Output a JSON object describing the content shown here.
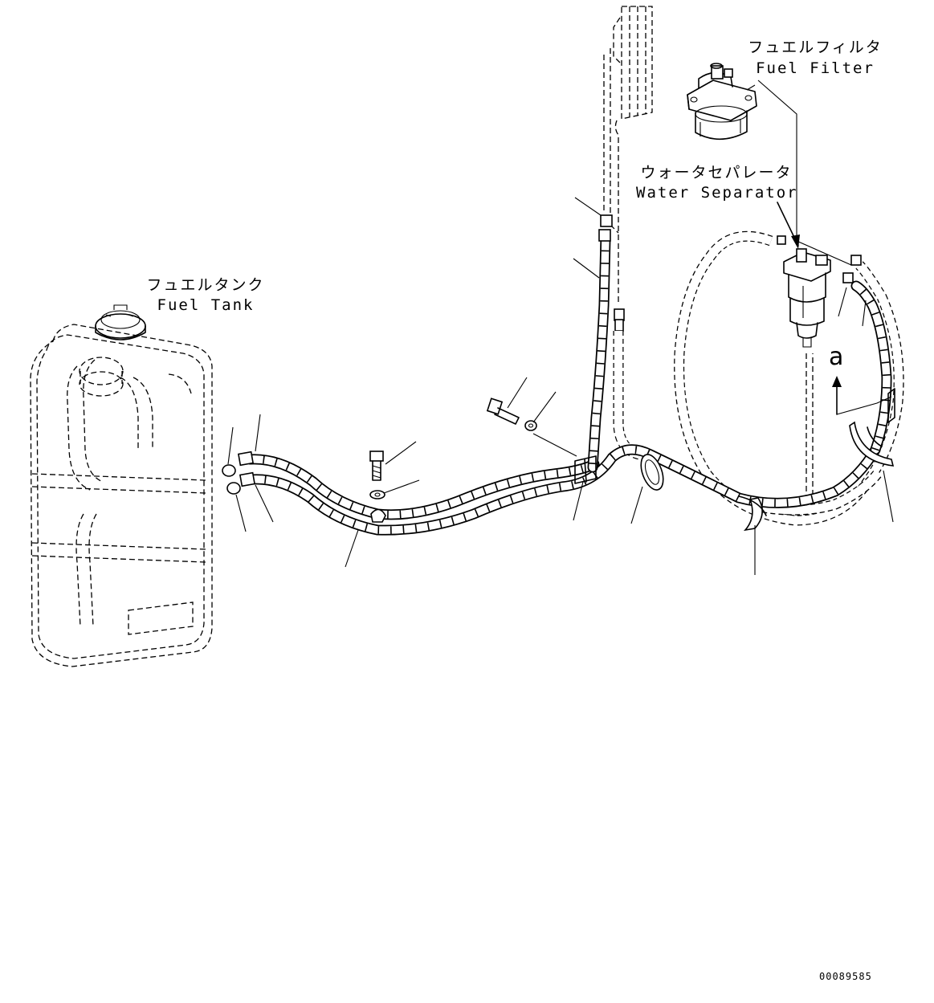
{
  "labels": {
    "fuel_filter_jp": "フュエルフィルタ",
    "fuel_filter_en": "Fuel Filter",
    "water_separator_jp": "ウォータセパレータ",
    "water_separator_en": "Water Separator",
    "fuel_tank_jp": "フュエルタンク",
    "fuel_tank_en": "Fuel Tank"
  },
  "view_marker": "a",
  "part_number": "00089585",
  "colors": {
    "line": "#000000",
    "background": "#ffffff"
  }
}
